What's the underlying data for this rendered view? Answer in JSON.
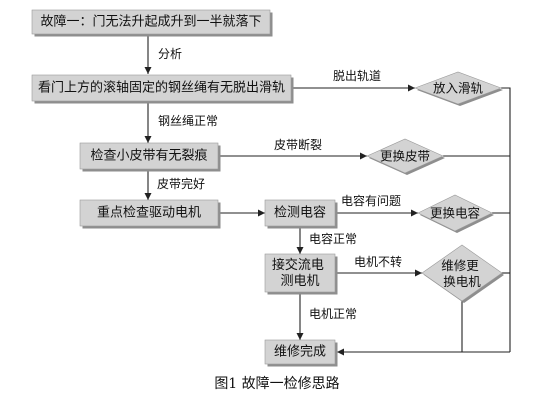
{
  "nodes": {
    "fault_title": "故障一：门无法升起成升到一半就落下",
    "check_wire_rope": "看门上方的滚轴固定的钢丝绳有无脱出滑轨",
    "check_belt": "检查小皮带有无裂痕",
    "check_motor": "重点检查驱动电机",
    "check_capacitor": "检测电容",
    "ac_motor_test": [
      "接交流电",
      "测电机"
    ],
    "repair_done": "维修完成"
  },
  "decisions": {
    "put_in_rail": "放入滑轨",
    "replace_belt": "更换皮带",
    "replace_capacitor": "更换电容",
    "repair_replace_motor": [
      "维修更",
      "换电机"
    ]
  },
  "edge_labels": {
    "analysis": "分析",
    "rope_normal": "钢丝绳正常",
    "belt_intact": "皮带完好",
    "off_track": "脱出轨道",
    "belt_broken": "皮带断裂",
    "capacitor_faulty": "电容有问题",
    "capacitor_normal": "电容正常",
    "motor_not_turning": "电机不转",
    "motor_normal": "电机正常"
  },
  "caption": "图1 故障一检修思路",
  "colors": {
    "node_fill": "#d3d3d3",
    "node_shadow": "#8e8e8e",
    "line": "#222222",
    "text": "#111111"
  }
}
